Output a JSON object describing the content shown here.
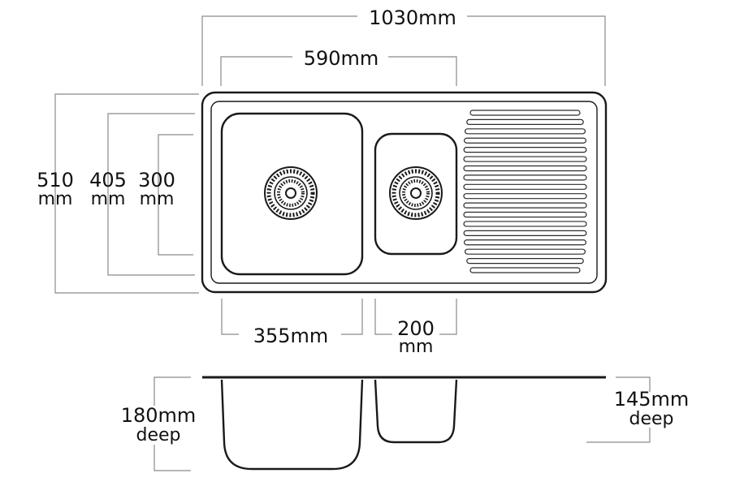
{
  "dimensions": {
    "overall_width": "1030mm",
    "bowl_span": "590mm",
    "height_510": {
      "value": "510",
      "unit": "mm"
    },
    "height_405": {
      "value": "405",
      "unit": "mm"
    },
    "height_300": {
      "value": "300",
      "unit": "mm"
    },
    "large_bowl_width": "355mm",
    "small_bowl_width": {
      "value": "200",
      "unit": "mm"
    },
    "large_bowl_depth": {
      "value": "180mm",
      "unit": "deep"
    },
    "small_bowl_depth": {
      "value": "145mm",
      "unit": "deep"
    }
  },
  "colors": {
    "outline": "#1a1a1a",
    "dimension_line": "#8a8a8a"
  }
}
